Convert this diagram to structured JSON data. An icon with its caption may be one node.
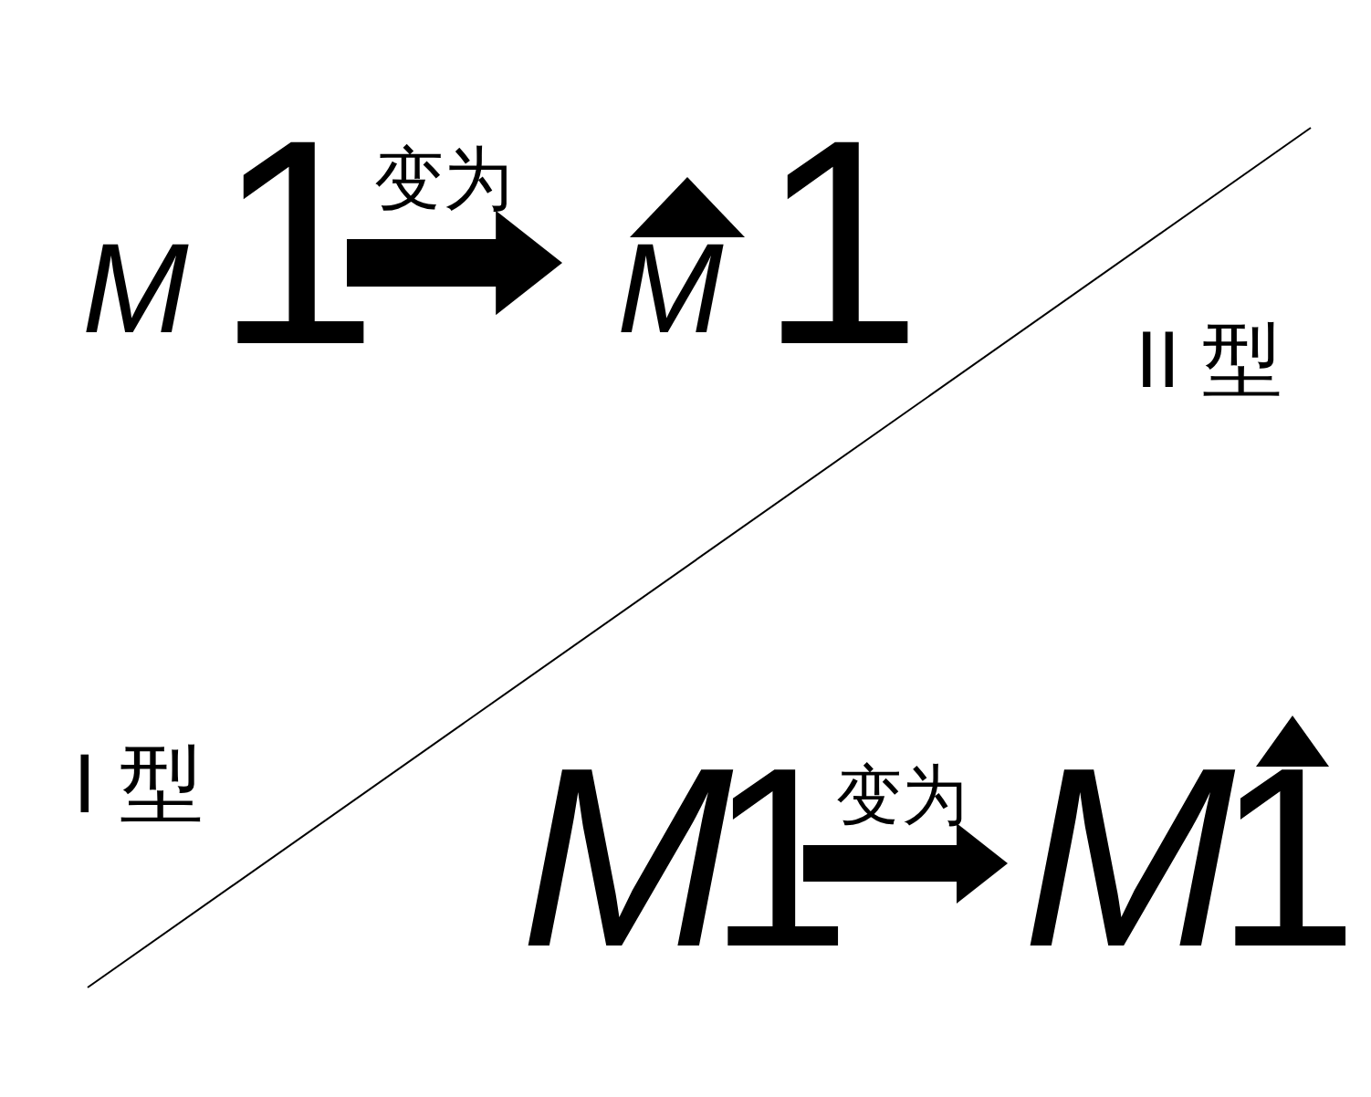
{
  "diagram": {
    "nodes": [
      {
        "text": [
          "M",
          "1"
        ]
      },
      {
        "text": [
          "M",
          "1"
        ]
      },
      {
        "text": [
          "M",
          "1"
        ]
      },
      {
        "text": [
          "M",
          "1"
        ]
      }
    ],
    "edges": [
      {
        "from": 0,
        "to": 1,
        "arrow": "to",
        "label": "变为"
      },
      {
        "from": 2,
        "to": 3,
        "arrow": "to",
        "label": "变为"
      }
    ],
    "labels": [
      "II 型",
      "I 型"
    ]
  }
}
